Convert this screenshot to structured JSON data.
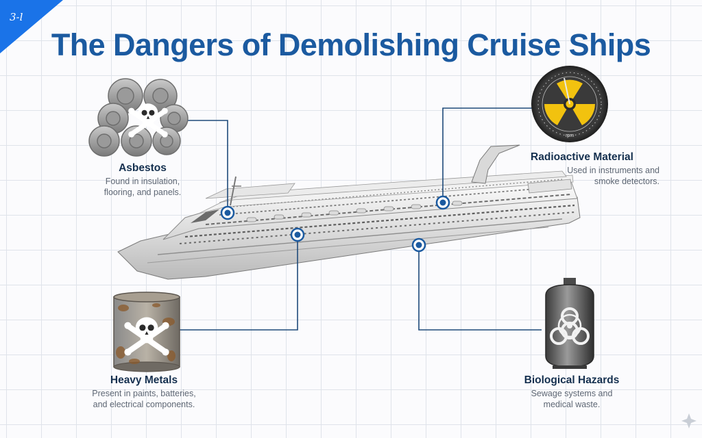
{
  "badge": {
    "text": "3-l"
  },
  "title": "The Dangers of Demolishing Cruise Ships",
  "gauge": {
    "unit": "rpm"
  },
  "colors": {
    "title": "#1b5aa0",
    "accent": "#1b5aa0",
    "connector": "#1e4a7a",
    "hazard_yellow": "#f2c20f"
  },
  "hazards": [
    {
      "name": "Asbestos",
      "desc": [
        "Found in insulation,",
        "flooring, and panels."
      ],
      "icon": "asbestos-pipes-skull-icon"
    },
    {
      "name": "Radioactive Material",
      "desc": [
        "Used in instruments and",
        "smoke detectors."
      ],
      "icon": "radiation-gauge-icon"
    },
    {
      "name": "Heavy Metals",
      "desc": [
        "Present in paints, batteries,",
        "and electrical components."
      ],
      "icon": "rusty-paint-can-skull-icon"
    },
    {
      "name": "Biological Hazards",
      "desc": [
        "Sewage systems and",
        "medical waste."
      ],
      "icon": "biohazard-tank-icon"
    }
  ]
}
